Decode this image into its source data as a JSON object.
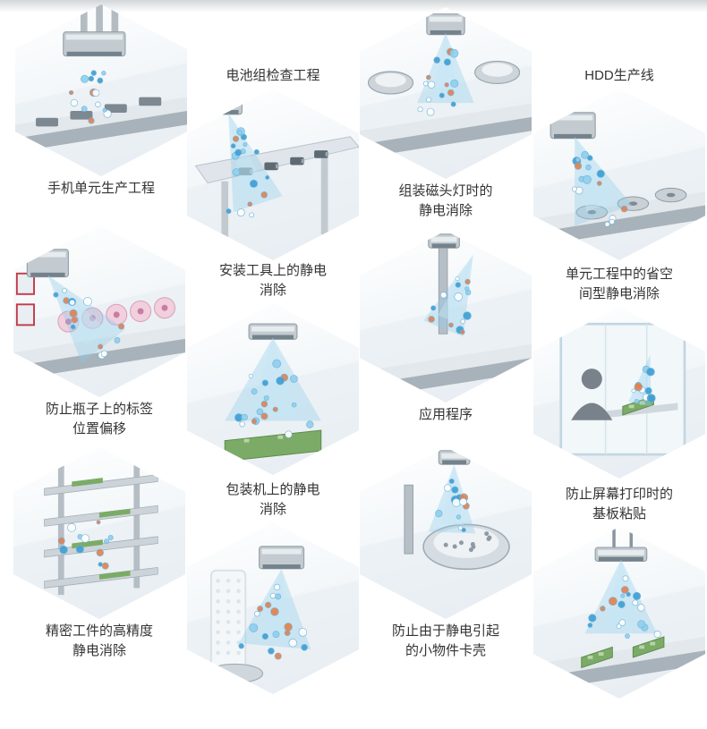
{
  "colors": {
    "label_text": "#333333",
    "fan_blue": "#8ccbea",
    "fan_blue_light": "#c5e6f6",
    "ion_blue": "#3f9fd4",
    "ion_blue_light": "#8fd0ee",
    "ion_orange": "#e4814f",
    "ion_stroke": "#6fb3d8",
    "machine_gray": "#c3cbd1",
    "pcb_green": "#7cab67",
    "bottle_pink": "#f2cfdc"
  },
  "cells": [
    {
      "label": "手机单元生产工程"
    },
    {
      "label": "电池组检查工程"
    },
    {
      "label": "组装磁头灯时的\n静电消除"
    },
    {
      "label": "HDD生产线"
    },
    {
      "label": "防止瓶子上的标签\n位置偏移"
    },
    {
      "label": "安装工具上的静电\n消除"
    },
    {
      "label": "应用程序"
    },
    {
      "label": "单元工程中的省空\n间型静电消除"
    },
    {
      "label": "精密工件的高精度\n静电消除"
    },
    {
      "label": "包装机上的静电\n消除"
    },
    {
      "label": "防止由于静电引起\n的小物件卡壳"
    },
    {
      "label": "防止屏幕打印时的\n基板粘贴"
    }
  ]
}
